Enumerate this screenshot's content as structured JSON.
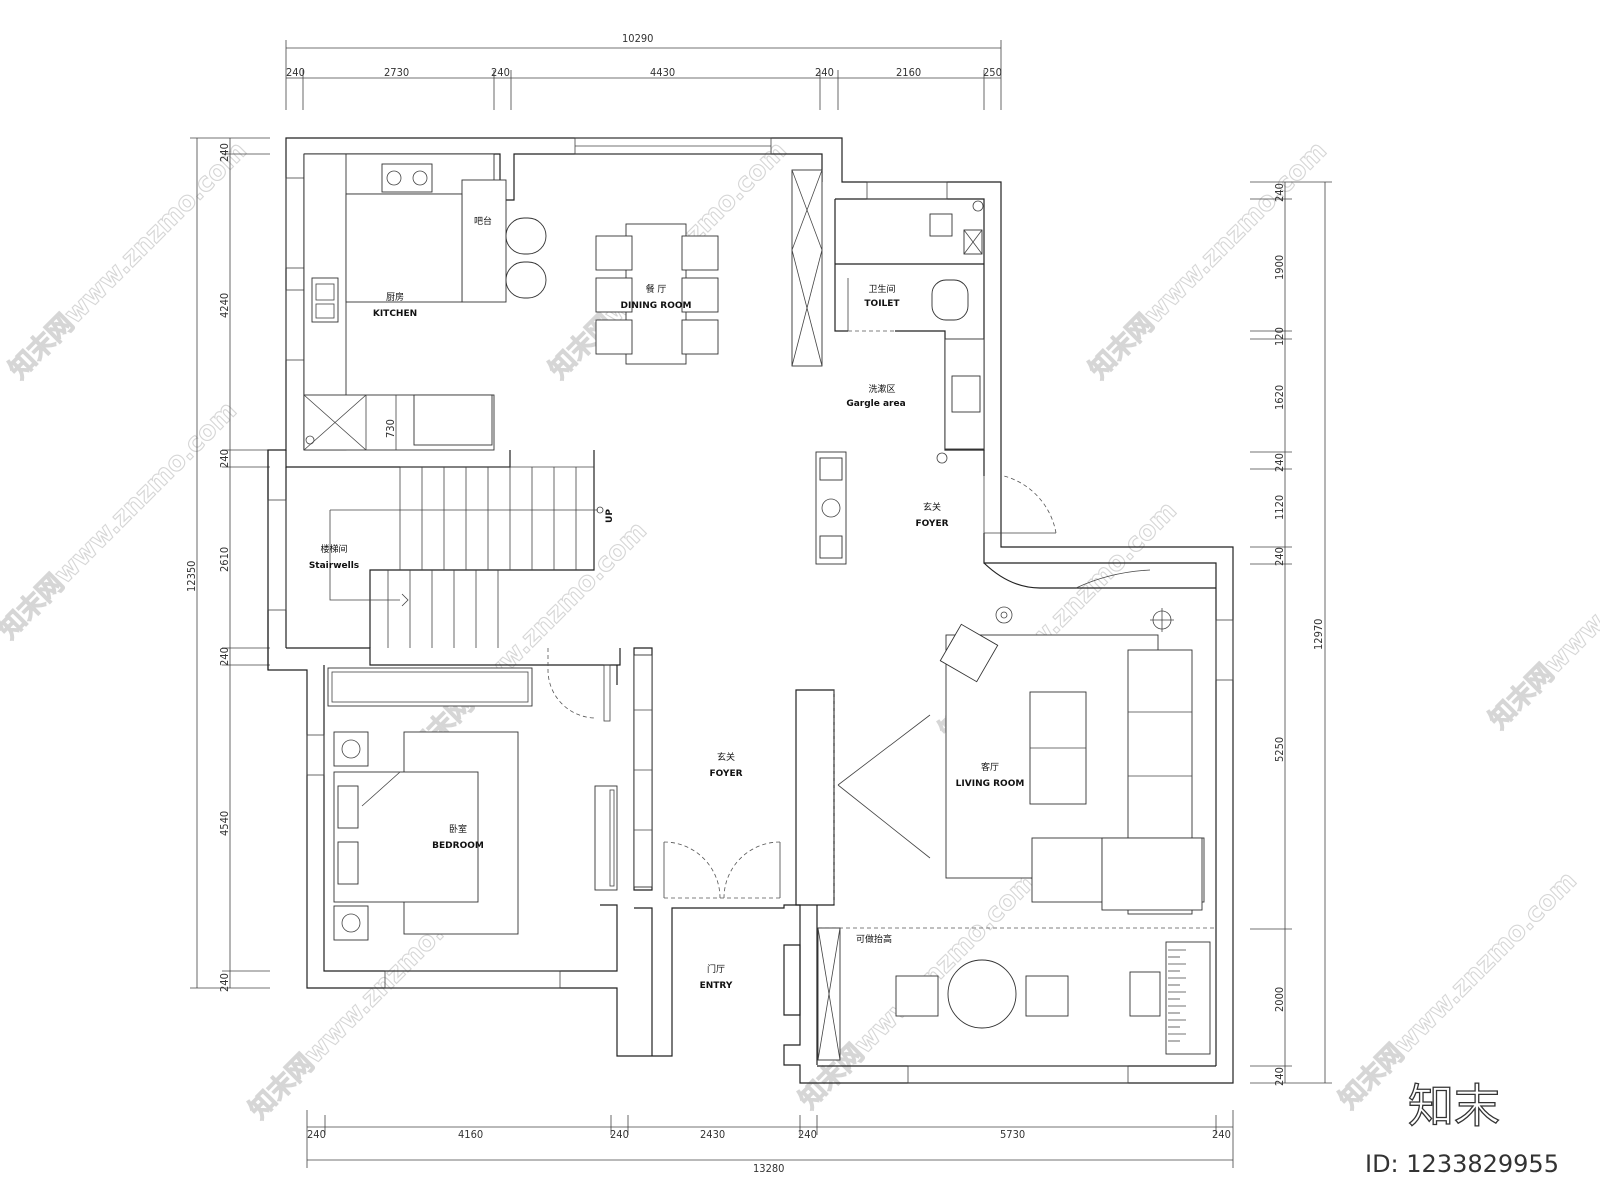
{
  "dimensions": {
    "top_total": "10290",
    "top_segments": [
      "240",
      "2730",
      "240",
      "4430",
      "240",
      "2160",
      "250"
    ],
    "bottom_total": "13280",
    "bottom_segments": [
      "240",
      "4160",
      "240",
      "2430",
      "240",
      "5730",
      "240"
    ],
    "left_total": "12350",
    "left_segments": [
      "240",
      "4240",
      "240",
      "2610",
      "240",
      "4540",
      "240"
    ],
    "right_total": "12970",
    "right_segments": [
      "240",
      "1900",
      "120",
      "1620",
      "240",
      "1120",
      "240",
      "5250",
      "2000",
      "240"
    ],
    "kitchen_counter": "730"
  },
  "rooms": {
    "kitchen": {
      "cn": "厨房",
      "en": "KITCHEN"
    },
    "bar": {
      "cn": "吧台"
    },
    "dining": {
      "cn": "餐 厅",
      "en": "DINING ROOM"
    },
    "toilet": {
      "cn": "卫生间",
      "en": "TOILET"
    },
    "gargle": {
      "cn": "洗漱区",
      "en": "Gargle area"
    },
    "foyer_upper": {
      "cn": "玄关",
      "en": "FOYER"
    },
    "stairwells": {
      "cn": "楼梯间",
      "en": "Stairwells"
    },
    "stair_up": {
      "en": "UP"
    },
    "foyer_lower": {
      "cn": "玄关",
      "en": "FOYER"
    },
    "bedroom": {
      "cn": "卧室",
      "en": "BEDROOM"
    },
    "living": {
      "cn": "客厅",
      "en": "LIVING ROOM"
    },
    "raised": {
      "cn": "可做抬高"
    },
    "entry": {
      "cn": "门厅",
      "en": "ENTRY"
    }
  },
  "watermark": {
    "text": "知末网www.znzmo.com"
  },
  "brand": {
    "logo": "知末",
    "id": "ID: 1233829955"
  }
}
